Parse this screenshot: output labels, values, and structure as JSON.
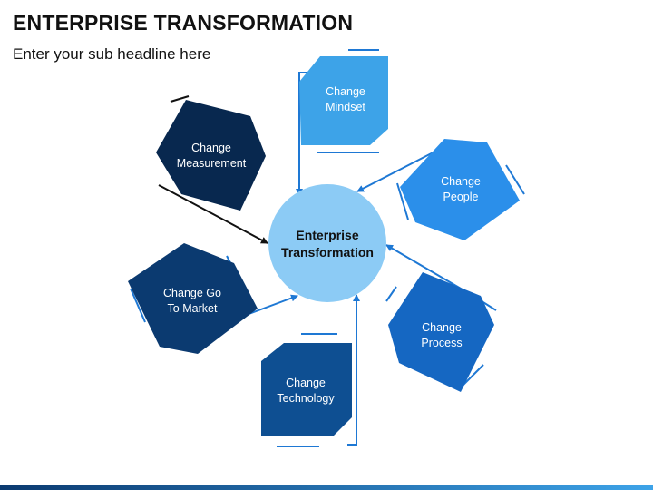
{
  "header": {
    "title": "ENTERPRISE TRANSFORMATION",
    "subtitle": "Enter your sub headline here"
  },
  "center": {
    "line1": "Enterprise",
    "line2": "Transformation",
    "color": "#8CCBF5"
  },
  "nodes": [
    {
      "line1": "Change",
      "line2": "Mindset",
      "color": "#3DA3E8"
    },
    {
      "line1": "Change",
      "line2": "People",
      "color": "#2B8FEA"
    },
    {
      "line1": "Change",
      "line2": "Process",
      "color": "#1567C2"
    },
    {
      "line1": "Change",
      "line2": "Technology",
      "color": "#0E4F92"
    },
    {
      "line1": "Change Go",
      "line2": "To Market",
      "color": "#0B3A70"
    },
    {
      "line1": "Change",
      "line2": "Measurement",
      "color": "#08284F"
    }
  ],
  "colors": {
    "accent_line": "#1E78D4",
    "dark_line": "#111111",
    "bar_dark": "#0B3A70",
    "bar_light": "#3DA3E8"
  }
}
